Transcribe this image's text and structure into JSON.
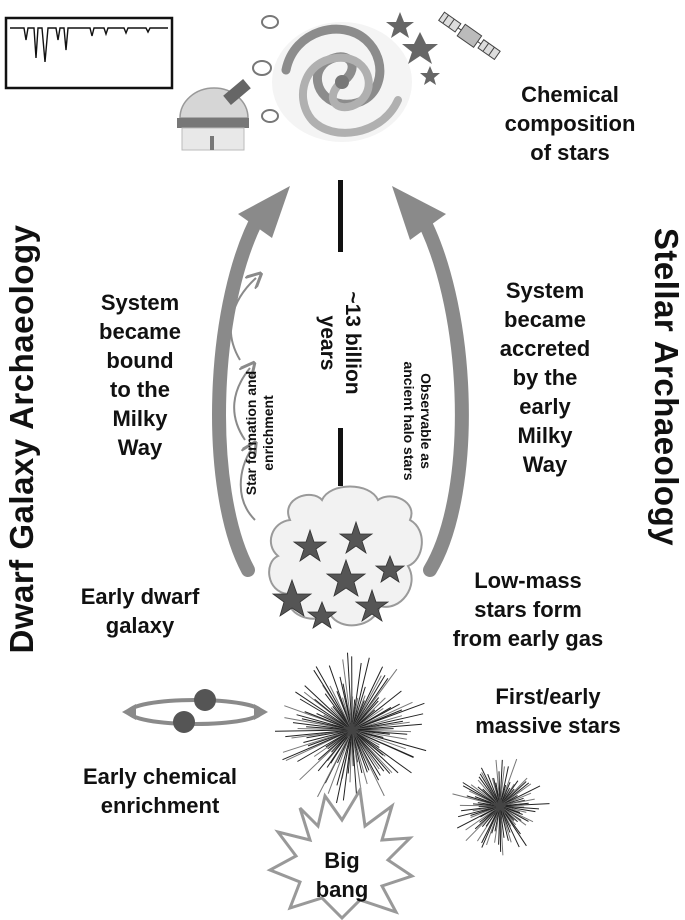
{
  "titles": {
    "left": "Dwarf Galaxy Archaeology",
    "right": "Stellar Archaeology"
  },
  "labels": {
    "chemical_composition": "Chemical\ncomposition\nof stars",
    "system_bound": "System\nbecame\nbound\nto the\nMilky\nWay",
    "system_accreted": "System\nbecame\naccreted\nby the\nearly\nMilky\nWay",
    "early_dwarf": "Early dwarf\ngalaxy",
    "low_mass": "Low-mass\nstars form\nfrom early gas",
    "first_stars": "First/early\nmassive stars",
    "early_enrichment": "Early chemical\nenrichment",
    "big_bang": "Big\nbang"
  },
  "vertical": {
    "star_formation": "Star formation and\nenrichment",
    "timescale": "~13 billion\nyears",
    "observable": "Observable as\nancient halo stars"
  },
  "colors": {
    "arrow": "#8a8a8a",
    "star": "#555555",
    "cloud_fill": "#f2f2f2",
    "text": "#111111"
  }
}
